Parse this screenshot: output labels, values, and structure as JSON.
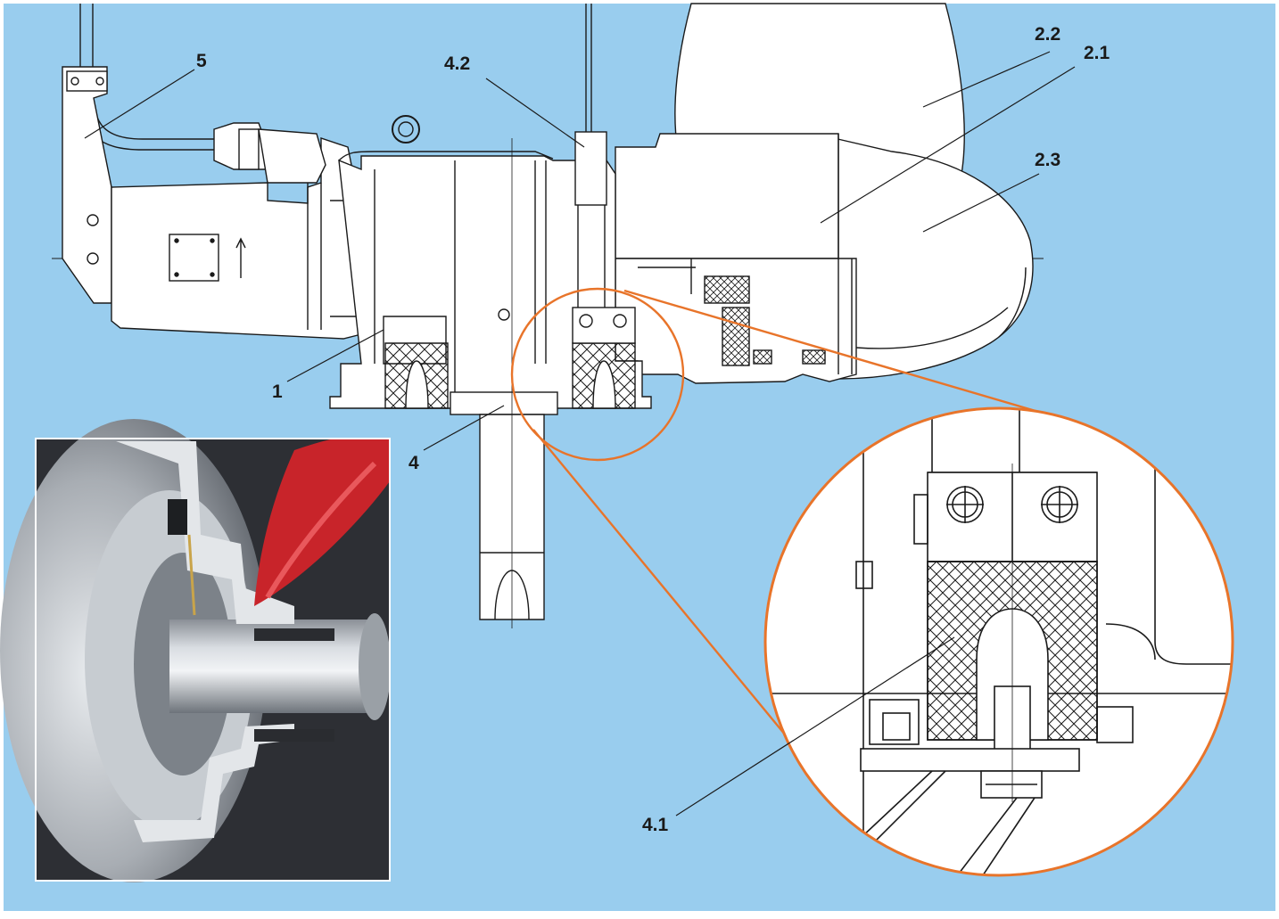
{
  "colors": {
    "background": "#99cdee",
    "border": "#ffffff",
    "line": "#1a1a1a",
    "part_fill": "#ffffff",
    "callout": "#e8742a",
    "propeller": "#ffffff"
  },
  "labels": {
    "l1": "1",
    "l2_1": "2.1",
    "l2_2": "2.2",
    "l2_3": "2.3",
    "l4": "4",
    "l4_1": "4.1",
    "l4_2": "4.2",
    "l5": "5"
  },
  "photo": {
    "icon": "cutaway-photo-shaft-seal"
  }
}
